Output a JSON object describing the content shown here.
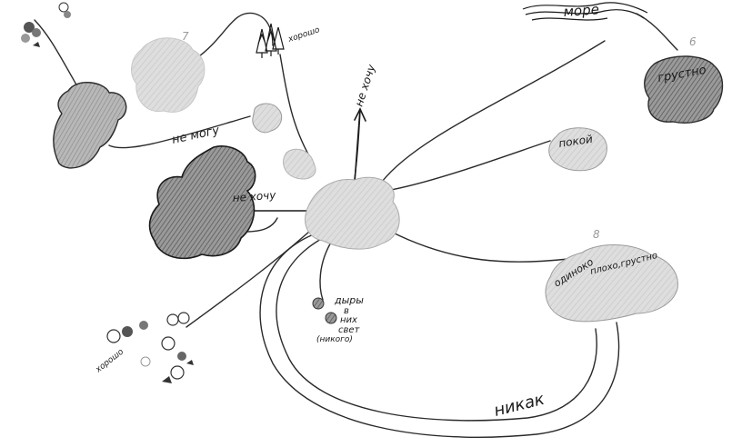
{
  "labels": {
    "top_right": "море",
    "sad": "грустно",
    "khorosho_top": "хорошо",
    "ne_mogu": "не могу",
    "ne_khochu_up": "не хочу",
    "ne_khochu_left": "не хочу",
    "pokoy": "покой",
    "odinoko_line1": "одиноко",
    "odinoko_line2": "плохо,грустно",
    "dyry_line1": "дыры",
    "dyry_line2": "в",
    "dyry_line3": "них",
    "dyry_line4": "свет",
    "nikogo": "(никого)",
    "khorosho_bottom": "хорошо",
    "nikak": "никак"
  },
  "numbers": {
    "n6": "6",
    "n7": "7",
    "n8": "8"
  }
}
